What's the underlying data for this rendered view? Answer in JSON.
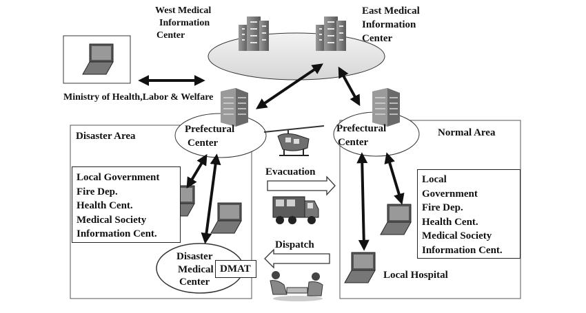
{
  "west_center": {
    "line1": "West Medical",
    "line2": "Information",
    "line3": "Center"
  },
  "east_center": {
    "line1": "East  Medical",
    "line2": "Information",
    "line3": "Center"
  },
  "ministry": "Ministry of Health,Labor & Welfare",
  "disaster_area": {
    "title": "Disaster Area",
    "prefectural_center": {
      "line1": "Prefectural",
      "line2": "Center"
    },
    "organizations": [
      "Local Government",
      "Fire Dep.",
      "Health Cent.",
      "Medical Society",
      "Information Cent."
    ],
    "disaster_medical_center": {
      "line1": "Disaster",
      "line2": "Medical",
      "line3": "Center"
    },
    "dmat": "DMAT"
  },
  "normal_area": {
    "title": "Normal Area",
    "prefectural_center": {
      "line1": "Prefectural",
      "line2": "Center"
    },
    "organizations": [
      "Local",
      "Government",
      "Fire Dep.",
      "Health Cent.",
      "Medical Society",
      "Information Cent."
    ],
    "local_hospital": "Local Hospital"
  },
  "evacuation": "Evacuation",
  "dispatch": "Dispatch"
}
